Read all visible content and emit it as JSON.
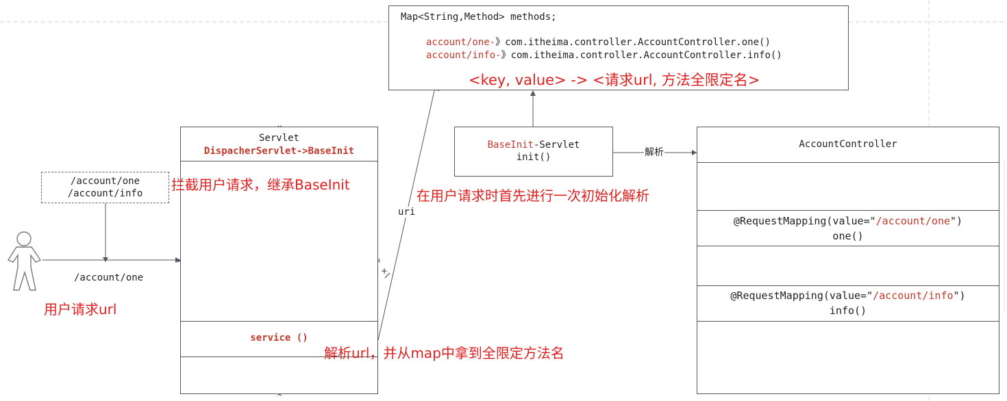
{
  "map_box": {
    "declaration": "Map<String,Method> methods;",
    "entries": [
      {
        "key": "account/one-",
        "arrow": "》",
        "value": "com.itheima.controller.AccountController.one()"
      },
      {
        "key": "account/info-",
        "arrow": "》",
        "value": "com.itheima.controller.AccountController.info()"
      }
    ],
    "note": "<key, value> -> <请求url, 方法全限定名>"
  },
  "servlet_box": {
    "title": "Servlet",
    "subtitle": "DispacherServlet->BaseInit",
    "method": "service ()"
  },
  "baseinit_box": {
    "name_red": "BaseInit",
    "name_rest": "-Servlet",
    "method": "init()"
  },
  "controller_box": {
    "title": "AccountController",
    "mapping_one_prefix": "@RequestMapping(value=\"",
    "mapping_one_path": "/account/one",
    "mapping_one_suffix": "\")",
    "method_one": "one()",
    "mapping_info_prefix": "@RequestMapping(value=\"",
    "mapping_info_path": "/account/info",
    "mapping_info_suffix": "\")",
    "method_info": "info()"
  },
  "url_note": {
    "line1": "/account/one",
    "line2": "/account/info"
  },
  "labels": {
    "request_path": "/account/one",
    "uri": "uri",
    "parse": "解析"
  },
  "annotations": {
    "intercept": "拦截用户请求，继承BaseInit",
    "user_request": "用户请求url",
    "init_parse": "在用户请求时首先进行一次初始化解析",
    "parse_url": "解析url，并从map中拿到全限定方法名"
  },
  "colors": {
    "annotation_red": "#e02020",
    "code_red": "#c0392b",
    "line": "#555555"
  }
}
